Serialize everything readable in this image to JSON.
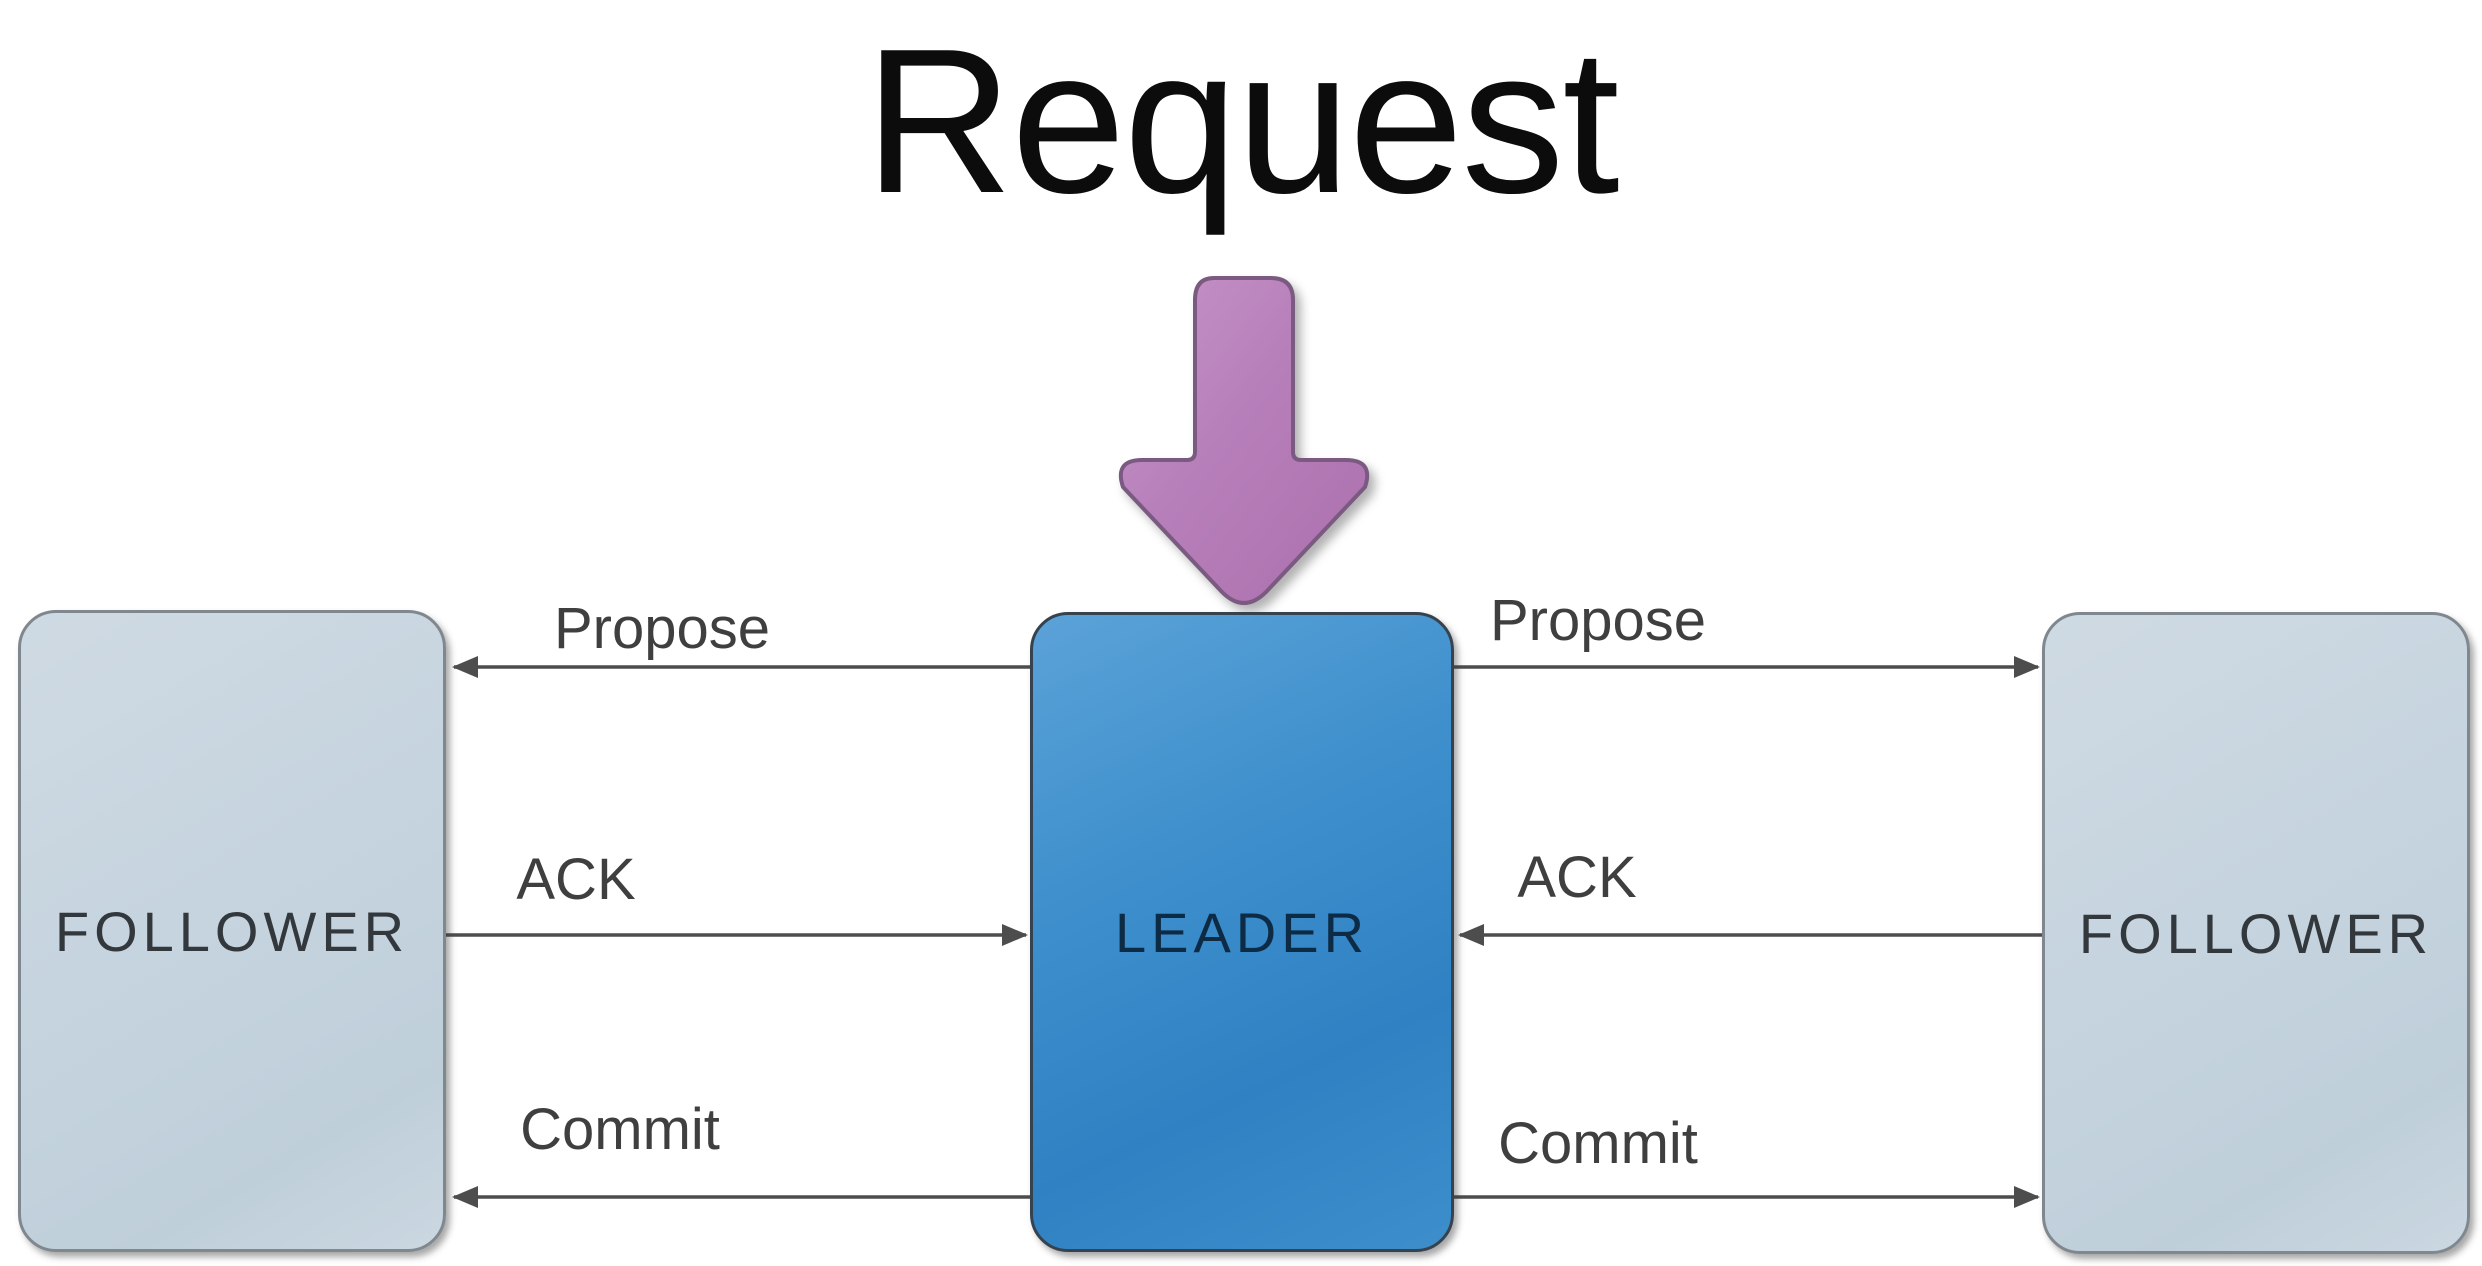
{
  "title": "Request",
  "nodes": {
    "leader": {
      "label": "LEADER"
    },
    "follower_left": {
      "label": "FOLLOWER"
    },
    "follower_right": {
      "label": "FOLLOWER"
    }
  },
  "connections": [
    {
      "id": "left-propose",
      "label": "Propose",
      "from": "leader",
      "to": "follower-left"
    },
    {
      "id": "left-ack",
      "label": "ACK",
      "from": "follower-left",
      "to": "leader"
    },
    {
      "id": "left-commit",
      "label": "Commit",
      "from": "leader",
      "to": "follower-left"
    },
    {
      "id": "right-propose",
      "label": "Propose",
      "from": "leader",
      "to": "follower-right"
    },
    {
      "id": "right-ack",
      "label": "ACK",
      "from": "follower-right",
      "to": "leader"
    },
    {
      "id": "right-commit",
      "label": "Commit",
      "from": "leader",
      "to": "follower-right"
    }
  ],
  "colors": {
    "leader_fill": "#3f90cd",
    "leader_border": "#36434f",
    "leader_text": "#0e2b45",
    "follower_fill": "#c6d4df",
    "follower_border": "#80888f",
    "follower_text": "#33383d",
    "request_arrow_fill": "#b77fba",
    "request_arrow_stroke": "#7b5a81",
    "connector_line": "#4d4d4d",
    "title_text": "#0c0c0c"
  }
}
